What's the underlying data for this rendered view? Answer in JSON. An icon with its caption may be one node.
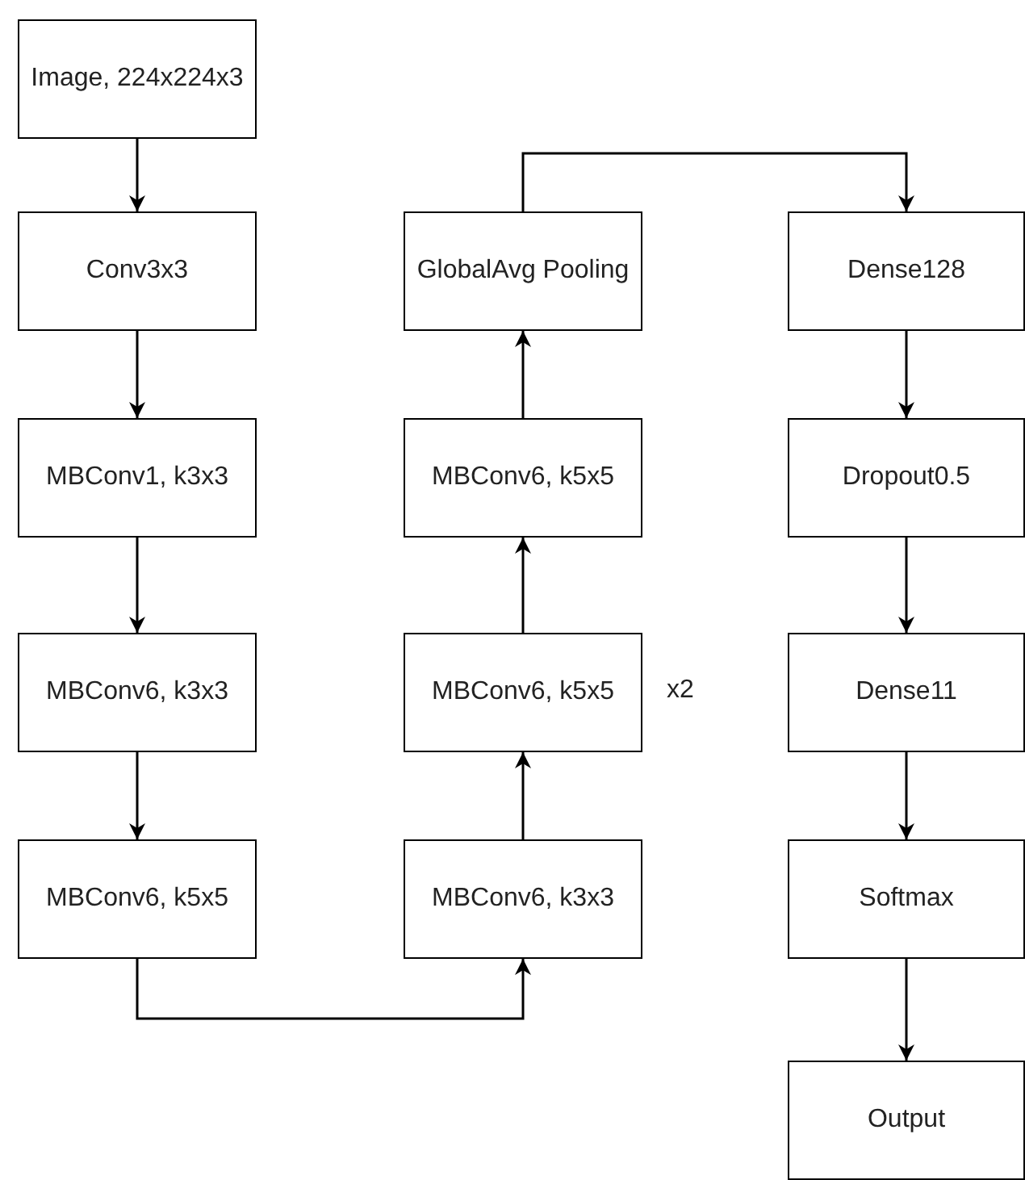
{
  "diagram": {
    "nodes": [
      {
        "text": [
          "Image, 224x224x3"
        ]
      },
      {
        "text": [
          "Conv3x3"
        ]
      },
      {
        "text": [
          "MBConv1, k3x3"
        ]
      },
      {
        "text": [
          "MBConv6, k3x3"
        ]
      },
      {
        "text": [
          "MBConv6, k5x5"
        ]
      },
      {
        "text": [
          "GlobalAvg Pooling"
        ]
      },
      {
        "text": [
          "MBConv6, k5x5"
        ]
      },
      {
        "text": [
          "MBConv6, k5x5"
        ],
        "beside": [
          "x2"
        ]
      },
      {
        "text": [
          "MBConv6, k3x3"
        ]
      },
      {
        "text": [
          "Dense128"
        ]
      },
      {
        "text": [
          "Dropout0.5"
        ]
      },
      {
        "text": [
          "Dense11"
        ]
      },
      {
        "text": [
          "Softmax"
        ]
      },
      {
        "text": [
          "Output"
        ]
      }
    ],
    "edges": [
      {
        "from": 0,
        "to": 1,
        "arrow": "to"
      },
      {
        "from": 1,
        "to": 2,
        "arrow": "to"
      },
      {
        "from": 2,
        "to": 3,
        "arrow": "to"
      },
      {
        "from": 3,
        "to": 4,
        "arrow": "to"
      },
      {
        "from": 4,
        "to": 8,
        "arrow": "to"
      },
      {
        "from": 8,
        "to": 7,
        "arrow": "to"
      },
      {
        "from": 7,
        "to": 6,
        "arrow": "to"
      },
      {
        "from": 6,
        "to": 5,
        "arrow": "to"
      },
      {
        "from": 5,
        "to": 9,
        "arrow": "to"
      },
      {
        "from": 9,
        "to": 10,
        "arrow": "to"
      },
      {
        "from": 10,
        "to": 11,
        "arrow": "to"
      },
      {
        "from": 11,
        "to": 12,
        "arrow": "to"
      },
      {
        "from": 12,
        "to": 13,
        "arrow": "to"
      }
    ]
  }
}
